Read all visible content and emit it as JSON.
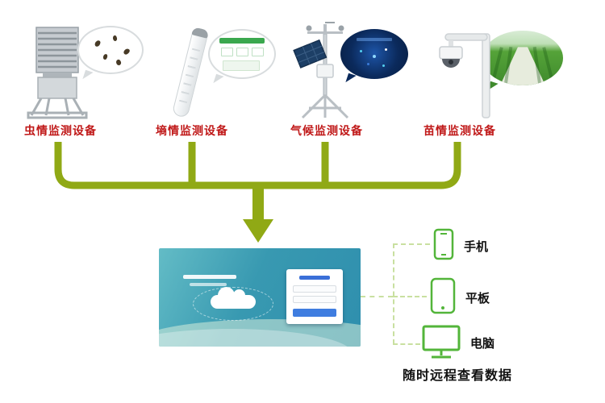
{
  "devices": [
    {
      "label": "虫情监测设备",
      "image": "insect-trap-image",
      "bubble": "insects-bubble"
    },
    {
      "label": "墒情监测设备",
      "image": "soil-moisture-probe-image",
      "bubble": "green-dashboard-bubble"
    },
    {
      "label": "气候监测设备",
      "image": "weather-station-image",
      "bubble": "dark-dashboard-bubble"
    },
    {
      "label": "苗情监测设备",
      "image": "dome-camera-image",
      "bubble": "greenhouse-bubble"
    }
  ],
  "platform": {
    "name": "cloud-platform-screenshot"
  },
  "endpoints": {
    "items": [
      {
        "label": "手机",
        "icon": "smartphone-icon"
      },
      {
        "label": "平板",
        "icon": "tablet-icon"
      },
      {
        "label": "电脑",
        "icon": "desktop-icon"
      }
    ],
    "caption": "随时远程查看数据"
  },
  "colors": {
    "arrow_green": "#90a915",
    "label_red": "#c01919",
    "endpoint_icon_green": "#53b53a",
    "dashed_line_green": "#c9e0a0"
  }
}
